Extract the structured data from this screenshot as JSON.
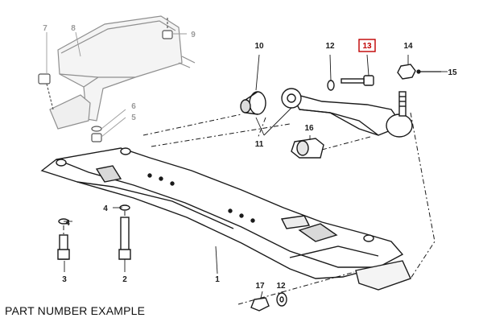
{
  "caption": "PART NUMBER EXAMPLE",
  "colors": {
    "ink": "#1a1a1a",
    "faded": "#9a9a9a",
    "highlight": "#c00000"
  },
  "callouts": [
    {
      "id": "c1",
      "label": "1",
      "faded": false,
      "highlight": false
    },
    {
      "id": "c2",
      "label": "2",
      "faded": false,
      "highlight": false
    },
    {
      "id": "c3",
      "label": "3",
      "faded": false,
      "highlight": false
    },
    {
      "id": "c4a",
      "label": "4",
      "faded": false,
      "highlight": false
    },
    {
      "id": "c4b",
      "label": "4",
      "faded": false,
      "highlight": false
    },
    {
      "id": "c5",
      "label": "5",
      "faded": true,
      "highlight": false
    },
    {
      "id": "c6",
      "label": "6",
      "faded": true,
      "highlight": false
    },
    {
      "id": "c7",
      "label": "7",
      "faded": true,
      "highlight": false
    },
    {
      "id": "c8",
      "label": "8",
      "faded": true,
      "highlight": false
    },
    {
      "id": "c9",
      "label": "9",
      "faded": true,
      "highlight": false
    },
    {
      "id": "c10",
      "label": "10",
      "faded": false,
      "highlight": false
    },
    {
      "id": "c11",
      "label": "11",
      "faded": false,
      "highlight": false
    },
    {
      "id": "c12a",
      "label": "12",
      "faded": false,
      "highlight": false
    },
    {
      "id": "c12b",
      "label": "12",
      "faded": false,
      "highlight": false
    },
    {
      "id": "c13",
      "label": "13",
      "faded": false,
      "highlight": true
    },
    {
      "id": "c14",
      "label": "14",
      "faded": false,
      "highlight": false
    },
    {
      "id": "c15",
      "label": "15",
      "faded": false,
      "highlight": false
    },
    {
      "id": "c16",
      "label": "16",
      "faded": false,
      "highlight": false
    },
    {
      "id": "c17",
      "label": "17",
      "faded": false,
      "highlight": false
    }
  ]
}
